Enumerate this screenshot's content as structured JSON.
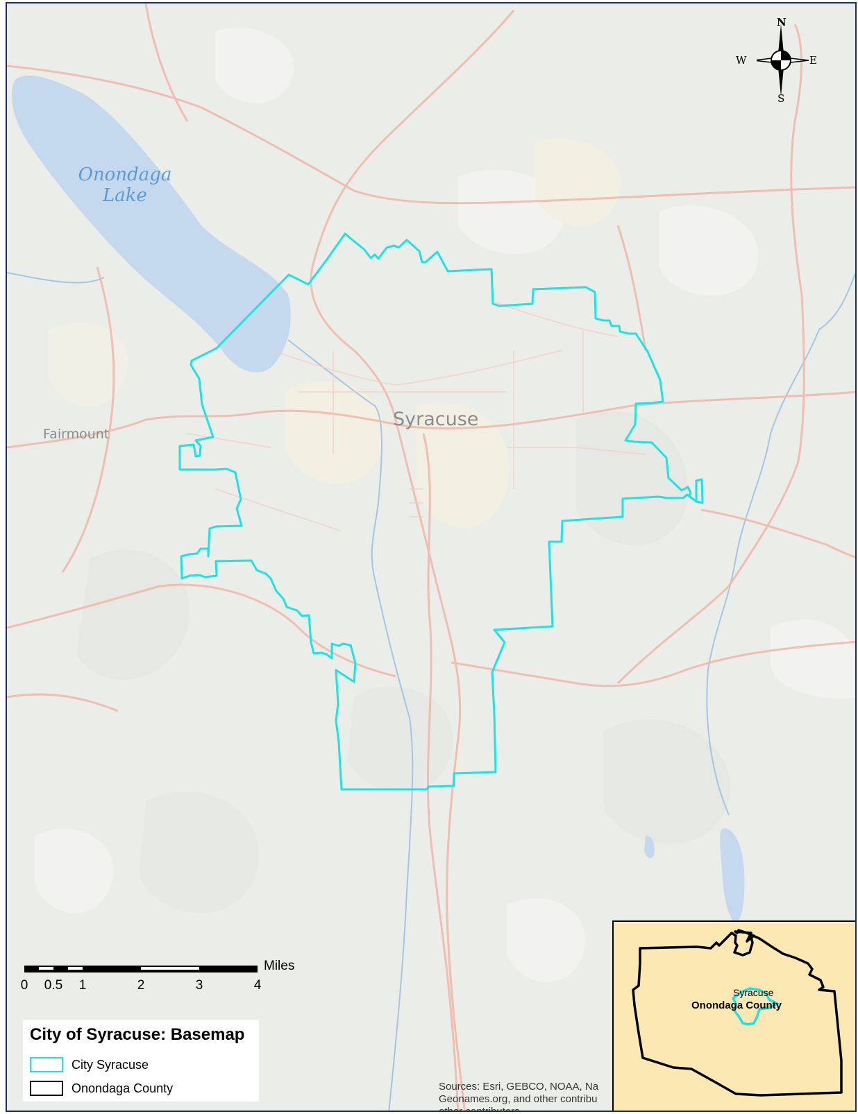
{
  "map": {
    "title": "City of Syracuse: Basemap",
    "labels": {
      "lake": [
        "Onondaga",
        "Lake"
      ],
      "city": "Syracuse",
      "town": "Fairmount"
    },
    "compass": {
      "north": "N",
      "south": "S",
      "east": "E",
      "west": "W"
    },
    "scale": {
      "ticks": [
        "0",
        "0.5",
        "1",
        "2",
        "3",
        "4"
      ],
      "unit": "Miles"
    },
    "legend": {
      "items": [
        {
          "label": "City Syracuse",
          "color": "#1de4e4"
        },
        {
          "label": "Onondaga County",
          "color": "#000000"
        }
      ]
    },
    "sources": [
      "Sources: Esri, GEBCO, NOAA, Na",
      "Geonames.org, and other contribu",
      "other contributors"
    ],
    "inset": {
      "city_label": "Syracuse",
      "county_label": "Onondaga County",
      "background": "#fce8b2"
    },
    "colors": {
      "city_boundary": "#1de4e4",
      "water": "#c5d9ee",
      "roads": "#f2b6a6",
      "basemap": "#eef0ec"
    }
  }
}
